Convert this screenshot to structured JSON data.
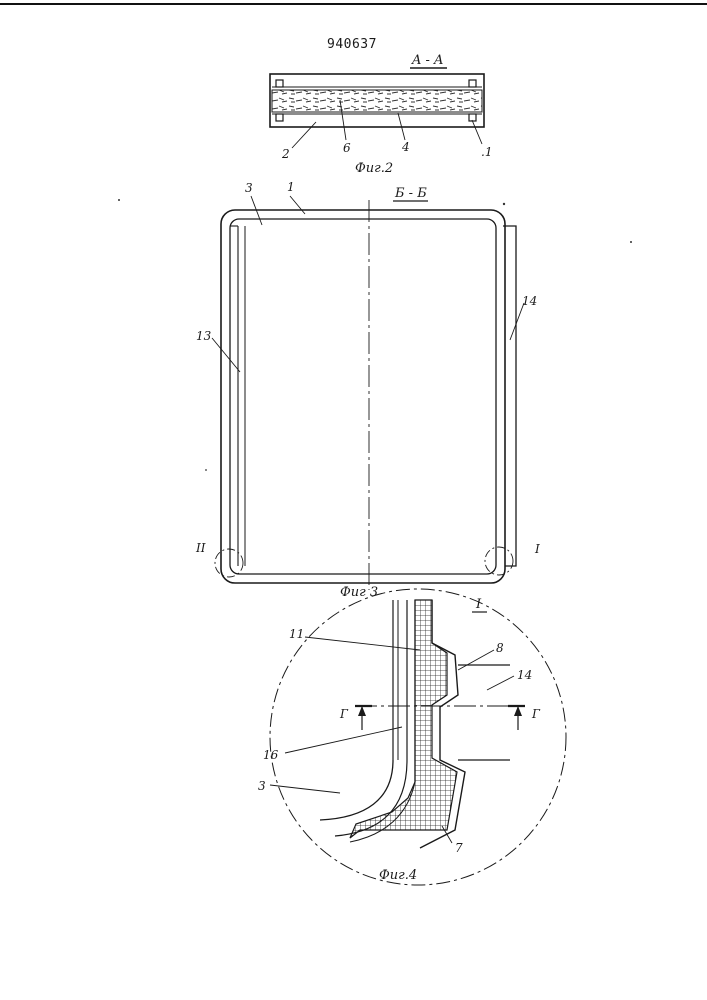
{
  "patent_number": "940637",
  "figure2": {
    "section_label": "A - A",
    "caption": "Фиг.2",
    "labels": {
      "l2": "2",
      "l6": "6",
      "l4": "4",
      "l1": ".1"
    }
  },
  "figure3": {
    "section_label": "Б - Б",
    "caption": "Фиг 3",
    "labels": {
      "l3": "3",
      "l1": "1",
      "l14": "14",
      "l13": "13",
      "lII": "II",
      "lI": "I"
    }
  },
  "figure4": {
    "detail_label": "I",
    "caption": "Фиг.4",
    "section_mark_left": "Г",
    "section_mark_right": "Г",
    "labels": {
      "l11": "11",
      "l8": "8",
      "l14": "14",
      "l16": "16",
      "l3": "3",
      "l7": "7"
    }
  }
}
